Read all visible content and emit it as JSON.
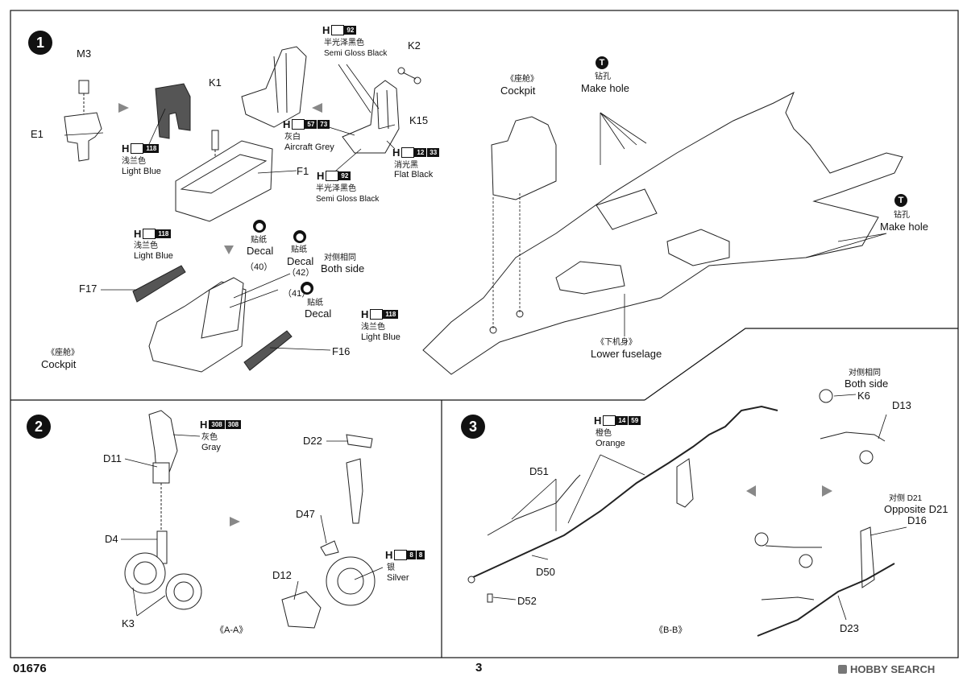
{
  "page": {
    "code": "01676",
    "number": "3"
  },
  "watermark": {
    "text": "HOBBY SEARCH"
  },
  "steps": [
    "1",
    "2",
    "3"
  ],
  "colors": {
    "H92": {
      "code": "H",
      "nums": [
        "92"
      ],
      "cn": "半光泽黑色",
      "en": "Semi Gloss Black"
    },
    "H118": {
      "code": "H",
      "nums": [
        "118"
      ],
      "cn": "浅兰色",
      "en": "Light Blue"
    },
    "H5773": {
      "code": "H",
      "nums": [
        "57",
        "73"
      ],
      "cn": "灰白",
      "en": "Aircraft Grey"
    },
    "H1233": {
      "code": "H",
      "nums": [
        "12",
        "33"
      ],
      "cn": "消光黑",
      "en": "Flat Black"
    },
    "H308": {
      "code": "H",
      "nums": [
        "308",
        "308"
      ],
      "cn": "灰色",
      "en": "Gray"
    },
    "H88": {
      "code": "H",
      "nums": [
        "8",
        "8"
      ],
      "cn": "银",
      "en": "Silver"
    },
    "H1459": {
      "code": "H",
      "nums": [
        "14",
        "59"
      ],
      "cn": "橙色",
      "en": "Orange"
    }
  },
  "labels": {
    "decal_cn": "贴纸",
    "decal_en": "Decal",
    "decal_40": "（40）",
    "decal_42": "（42）",
    "decal_41": "（41）",
    "both_cn": "对侧相同",
    "both_en": "Both side",
    "opp_cn": "对侧 D21",
    "opp_en": "Opposite D21",
    "cockpit_cn": "《座舱》",
    "cockpit_en": "Cockpit",
    "hole_cn": "钻孔",
    "hole_en": "Make hole",
    "fus_cn": "《下机身》",
    "fus_en": "Lower fuselage",
    "aa": "《A-A》",
    "bb": "《B-B》",
    "drop_icon": "⬤",
    "drill_icon": "T"
  },
  "parts": {
    "M3": "M3",
    "E1": "E1",
    "K1": "K1",
    "K2": "K2",
    "K15": "K15",
    "F1": "F1",
    "F17": "F17",
    "F16": "F16",
    "D11": "D11",
    "D4": "D4",
    "K3": "K3",
    "D22": "D22",
    "D47": "D47",
    "D12": "D12",
    "D51": "D51",
    "D50": "D50",
    "D52": "D52",
    "K6": "K6",
    "D13": "D13",
    "D16": "D16",
    "D23": "D23"
  }
}
